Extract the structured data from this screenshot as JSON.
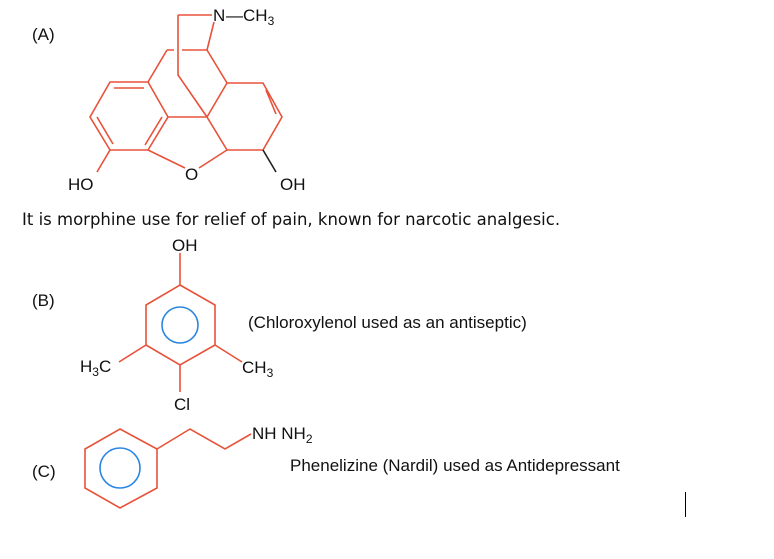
{
  "section_a": {
    "label": "(A)",
    "n_group": "N",
    "ch3_c": "—CH",
    "ch3_sub": "3",
    "ho_left": "HO",
    "oxygen": "O",
    "oh_right": "OH",
    "caption": "It is morphine use for relief of pain, known for narcotic analgesic."
  },
  "section_b": {
    "label": "(B)",
    "oh": "OH",
    "h3c_h": "H",
    "h3c_sub": "3",
    "h3c_c": "C",
    "ch3": "CH",
    "ch3_sub": "3",
    "cl": "Cl",
    "caption": "(Chloroxylenol used as an antiseptic)"
  },
  "section_c": {
    "label": "(C)",
    "group": "NH NH",
    "group_sub": "2",
    "caption": "Phenelizine (Nardil) used as Antidepressant"
  },
  "colors": {
    "bond": "#e8523a",
    "aromatic_ring": "#2a86e0"
  }
}
